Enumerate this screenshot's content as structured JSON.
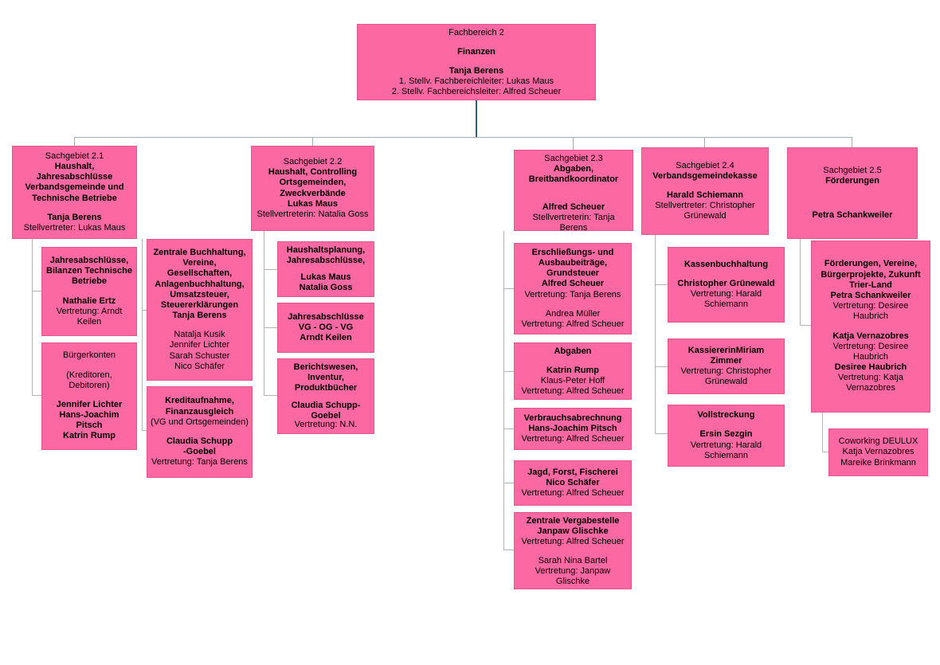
{
  "colors": {
    "box_fill": "#fb68a2",
    "box_border": "#e2568e",
    "connector_gray": "#b3b3b3",
    "connector_blue": "#9fadb3",
    "stem_dark": "#2d6276"
  },
  "boxes": {
    "root": {
      "lines": [
        "Fachbereich 2",
        "Finanzen",
        "Tanja Berens",
        "1. Stellv. Fachbereichleiter: Lukas Maus",
        "2. Stellv. Fachbereichsleiter: Alfred Scheuer"
      ]
    },
    "sg21": {
      "lines": [
        "Sachgebiet 2.1",
        "Haushalt, Jahresabschlüsse Verbandsgemeinde und Technische Betriebe",
        "Tanja Berens",
        "Stellvertreter: Lukas Maus"
      ]
    },
    "sg21_a": {
      "lines": [
        "Jahresabschlüsse, Bilanzen Technische Betriebe",
        "Nathalie Ertz",
        "Vertretung: Arndt Keilen"
      ]
    },
    "sg21_b": {
      "lines": [
        "Bürgerkonten",
        "(Kreditoren, Debitoren)",
        "Jennifer Lichter",
        "Hans-Joachim Pitsch",
        "Katrin Rump"
      ]
    },
    "mid_a": {
      "lines": [
        "Zentrale Buchhaltung, Vereine, Gesellschaften, Anlagenbuchhaltung, Umsatzsteuer, Steuererklärungen",
        "Tanja Berens",
        "Natalja Kusik",
        "Jennifer Lichter",
        "Sarah Schuster",
        "Nico Schäfer"
      ]
    },
    "mid_b": {
      "lines": [
        "Kreditaufnahme, Finanzausgleich",
        "(VG und Ortsgemeinden)",
        "Claudia Schupp",
        "-Goebel",
        "Vertretung: Tanja Berens"
      ]
    },
    "sg22": {
      "lines": [
        "Sachgebiet 2.2",
        "Haushalt, Controlling Ortsgemeinden, Zweckverbände",
        "Lukas Maus",
        "Stellvertreterin: Natalia Goss"
      ]
    },
    "sg22_a": {
      "lines": [
        "Haushaltsplanung, Jahresabschlüsse,",
        "Lukas Maus",
        "Natalia Goss"
      ]
    },
    "sg22_b": {
      "lines": [
        "Jahresabschlüsse",
        "VG - OG - VG",
        "Arndt Keilen"
      ]
    },
    "sg22_c": {
      "lines": [
        "Berichtswesen, Inventur, Produktbücher",
        "Claudia Schupp-Goebel",
        "Vertretung:  N.N."
      ]
    },
    "sg23": {
      "lines": [
        "Sachgebiet 2.3",
        "Abgaben, Breitbandkoordinator",
        "Alfred Scheuer",
        "Stellvertreterin: Tanja Berens"
      ]
    },
    "sg23_a": {
      "lines": [
        "Erschließungs- und Ausbaubeiträge, Grundsteuer",
        "Alfred Scheuer",
        "Vertretung: Tanja Berens",
        "Andrea Müller",
        "Vertretung: Alfred Scheuer"
      ]
    },
    "sg23_b": {
      "lines": [
        "Abgaben",
        "Katrin Rump",
        "Klaus-Peter Hoff",
        "Vertretung: Alfred Scheuer"
      ]
    },
    "sg23_c": {
      "lines": [
        "Verbrauchsabrechnung",
        "Hans-Joachim Pitsch",
        "Vertretung: Alfred Scheuer"
      ]
    },
    "sg23_d": {
      "lines": [
        "Jagd, Forst, Fischerei",
        "Nico Schäfer",
        "Vertretung: Alfred Scheuer"
      ]
    },
    "sg23_e": {
      "lines": [
        "Zentrale Vergabestelle",
        "Janpaw Glischke",
        "Vertretung: Alfred Scheuer",
        "Sarah Nina Bartel",
        "Vertretung: Janpaw Glischke"
      ]
    },
    "sg24": {
      "lines": [
        "Sachgebiet 2.4",
        "Verbandsgemeindekasse",
        "Harald Schiemann",
        "Stellvertreter: Christopher Grünewald"
      ]
    },
    "sg24_a": {
      "lines": [
        "Kassenbuchhaltung",
        "Christopher Grünewald",
        "Vertretung: Harald Schiemann"
      ]
    },
    "sg24_b": {
      "lines": [
        "KassiererinMiriam Zimmer",
        "Vertretung: Christopher Grünewald"
      ]
    },
    "sg24_c": {
      "lines": [
        "Vollstreckung",
        "Ersin Sezgin",
        "Vertretung: Harald Schiemann"
      ]
    },
    "sg25": {
      "lines": [
        "Sachgebiet 2.5",
        "Förderungen",
        "Petra Schankweiler"
      ]
    },
    "sg25_a": {
      "lines": [
        "Förderungen, Vereine, Bürgerprojekte, Zukunft Trier-Land",
        "Petra Schankweiler",
        "Vertretung: Desiree Haubrich",
        "Katja Vernazobres",
        "Vertretung: Desiree Haubrich",
        "Desiree Haubrich",
        "Vertretung: Katja Vernazobres"
      ]
    },
    "sg25_b": {
      "lines": [
        "Coworking DEULUX",
        "Katja Vernazobres",
        "Mareike Brinkmann"
      ]
    }
  }
}
